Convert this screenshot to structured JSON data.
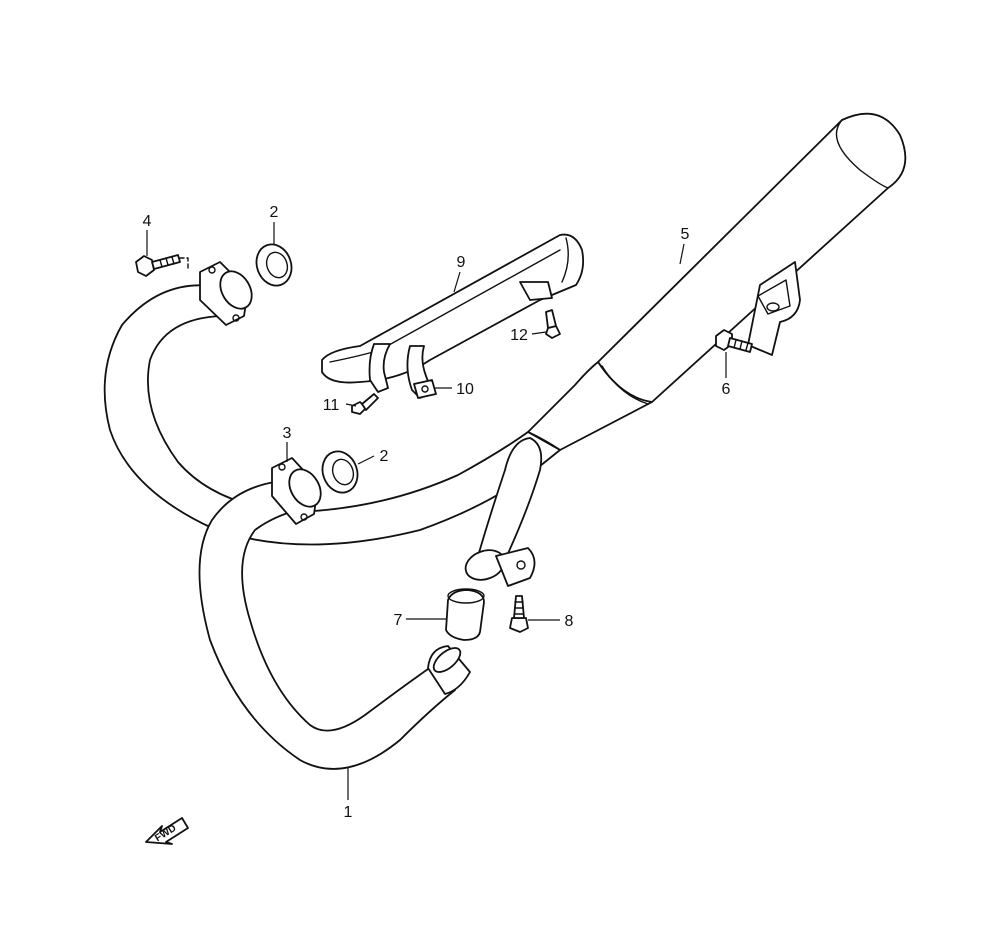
{
  "diagram": {
    "callouts": [
      {
        "id": "p1",
        "label": "1"
      },
      {
        "id": "p2a",
        "label": "2"
      },
      {
        "id": "p2b",
        "label": "2"
      },
      {
        "id": "p3",
        "label": "3"
      },
      {
        "id": "p4",
        "label": "4"
      },
      {
        "id": "p5",
        "label": "5"
      },
      {
        "id": "p6",
        "label": "6"
      },
      {
        "id": "p7",
        "label": "7"
      },
      {
        "id": "p8",
        "label": "8"
      },
      {
        "id": "p9",
        "label": "9"
      },
      {
        "id": "p10",
        "label": "10"
      },
      {
        "id": "p11",
        "label": "11"
      },
      {
        "id": "p12",
        "label": "12"
      }
    ],
    "fwd_label": "FWD",
    "colors": {
      "line": "#111111",
      "background": "#ffffff"
    }
  }
}
